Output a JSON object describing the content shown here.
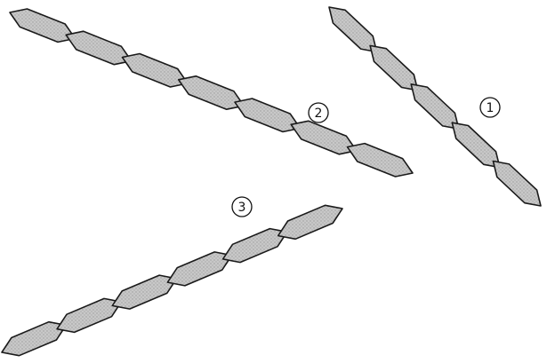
{
  "colors": {
    "background": "#ffffff",
    "link_fill": "#c4c4c4",
    "link_stroke": "#1a1a1a",
    "label_stroke": "#111111"
  },
  "chains": [
    {
      "id": "chain-1",
      "label": "1",
      "link_count": 5
    },
    {
      "id": "chain-2",
      "label": "2",
      "link_count": 7
    },
    {
      "id": "chain-3",
      "label": "3",
      "link_count": 6
    }
  ]
}
